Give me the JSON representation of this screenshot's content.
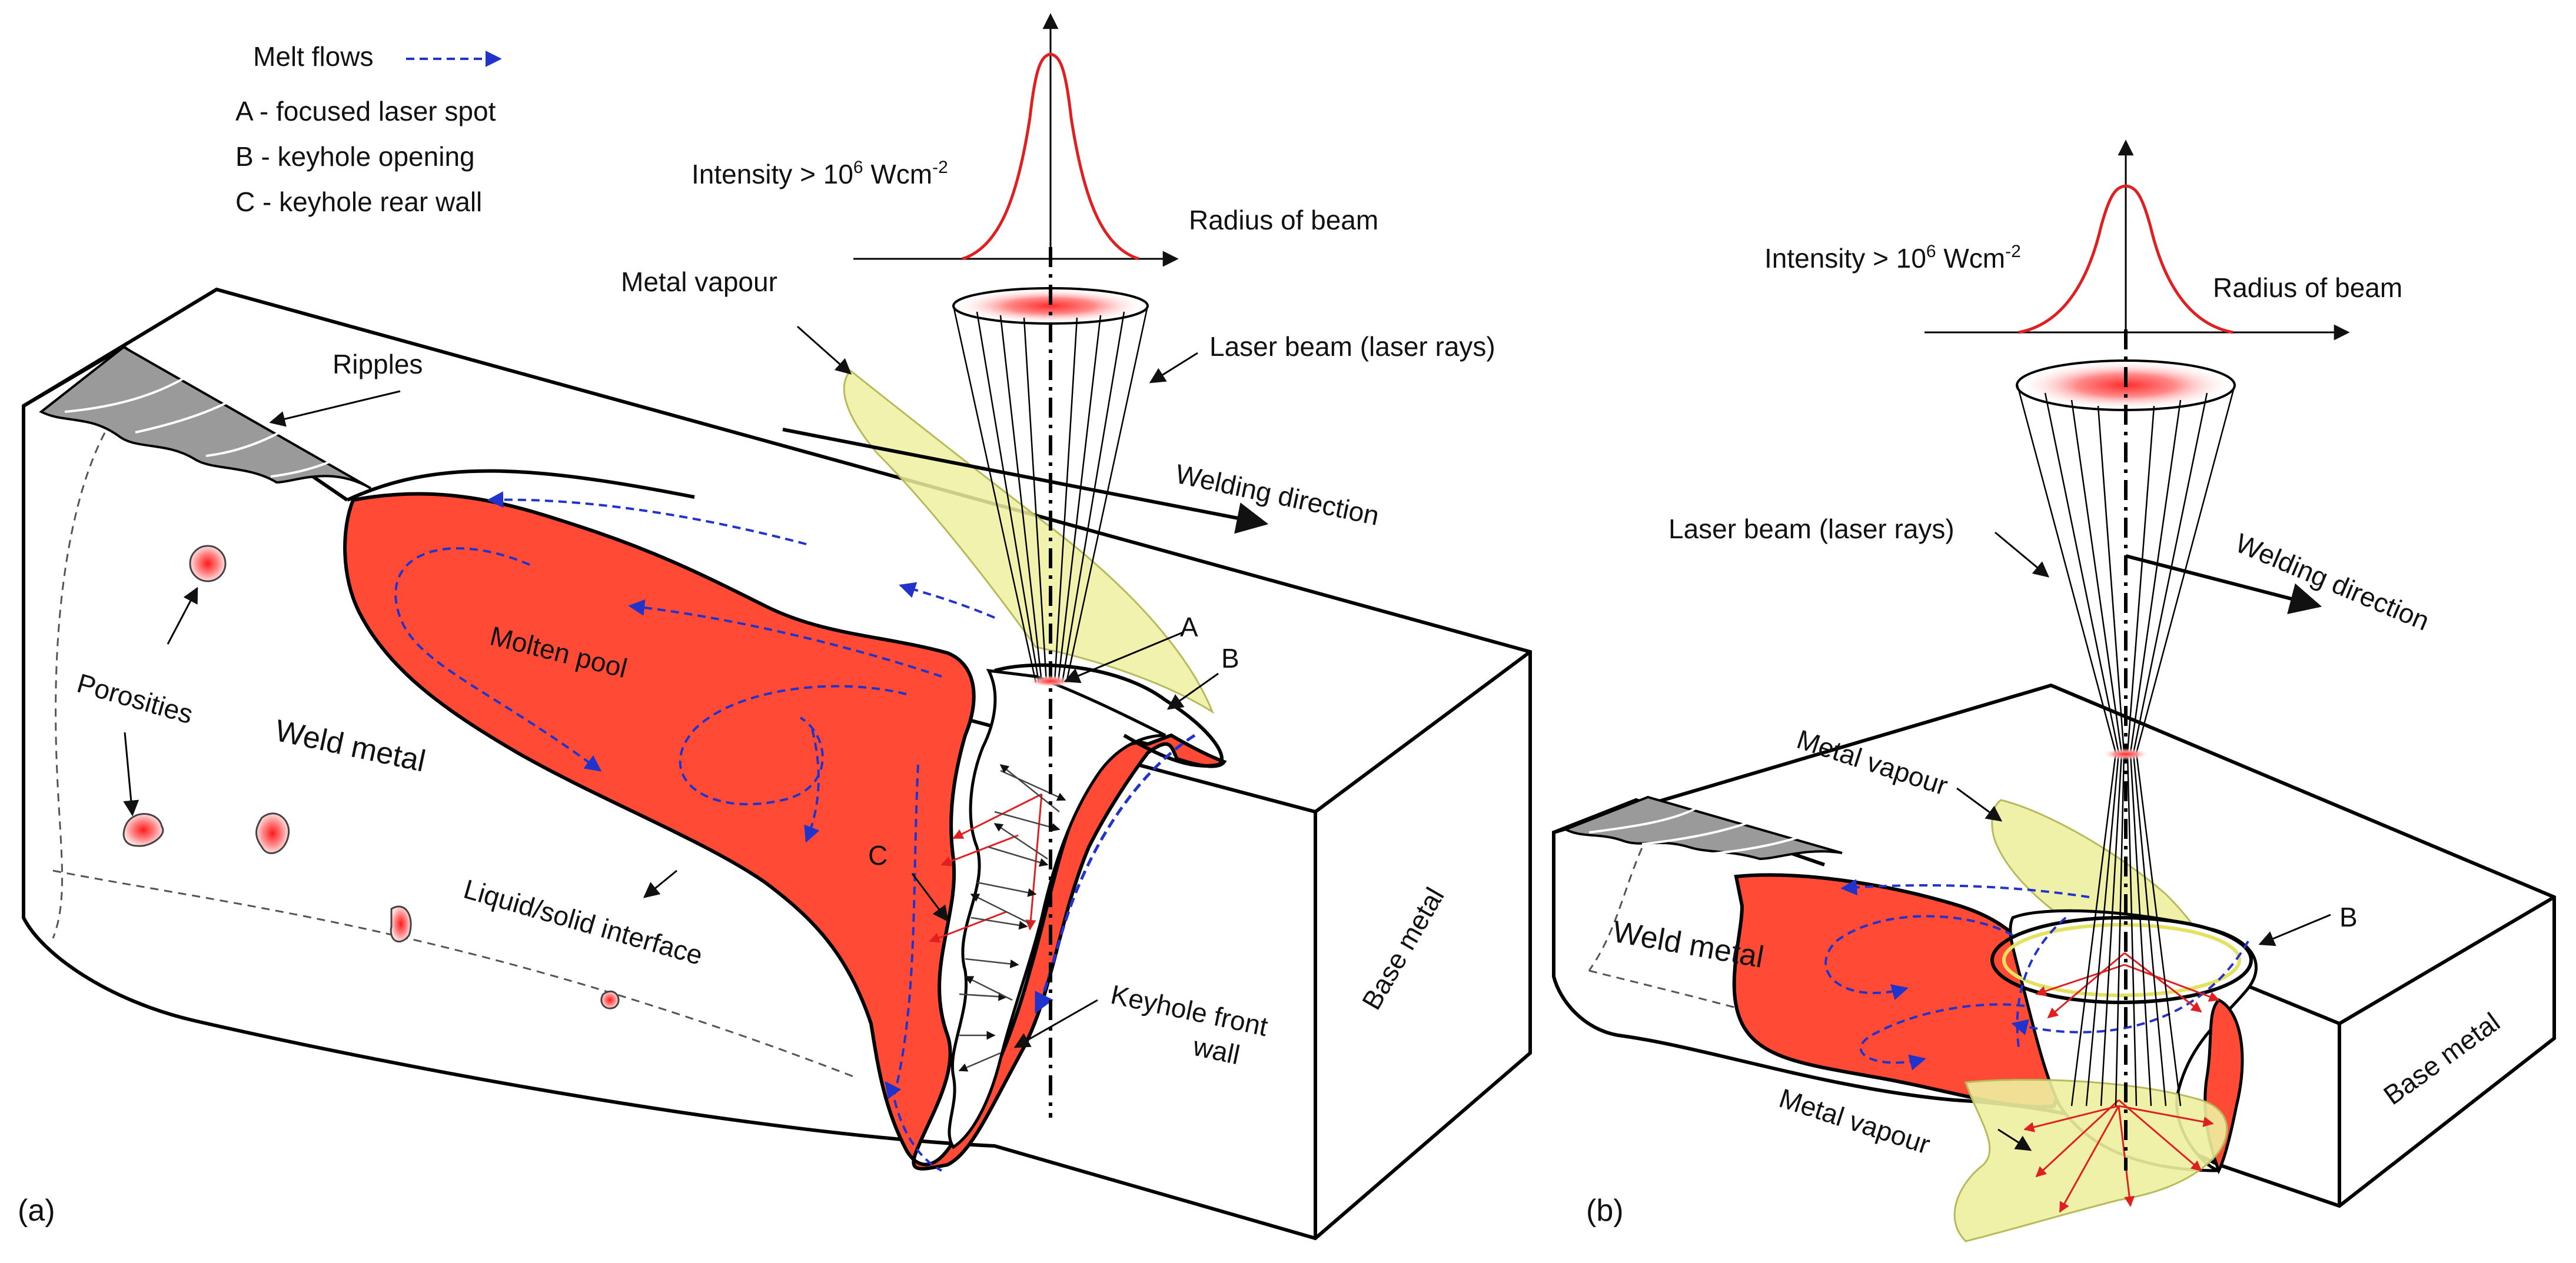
{
  "legend": {
    "melt_flows": "Melt flows",
    "a": "A - focused laser spot",
    "b": "B - keyhole opening",
    "c": "C - keyhole rear wall"
  },
  "panel_a": {
    "label": "(a)",
    "intensity_prefix": "Intensity > 10",
    "intensity_exp": "6",
    "intensity_unit": " Wcm",
    "intensity_unit_exp": "-2",
    "radius_of_beam": "Radius of beam",
    "metal_vapour": "Metal vapour",
    "laser_beam": "Laser beam (laser rays)",
    "ripples": "Ripples",
    "welding_direction": "Welding direction",
    "molten_pool": "Molten pool",
    "porosities": "Porosities",
    "weld_metal": "Weld metal",
    "liquid_solid_interface": "Liquid/solid interface",
    "point_a": "A",
    "point_b": "B",
    "point_c": "C",
    "keyhole_front_wall_1": "Keyhole front",
    "keyhole_front_wall_2": "wall",
    "base_metal": "Base metal"
  },
  "panel_b": {
    "label": "(b)",
    "intensity_prefix": "Intensity > 10",
    "intensity_exp": "6",
    "intensity_unit": " Wcm",
    "intensity_unit_exp": "-2",
    "radius_of_beam": "Radius of beam",
    "laser_beam": "Laser beam (laser rays)",
    "welding_direction": "Welding direction",
    "metal_vapour_top": "Metal vapour",
    "metal_vapour_bottom": "Metal vapour",
    "weld_metal": "Weld metal",
    "point_b": "B",
    "base_metal": "Base metal"
  },
  "colors": {
    "molten": "#ff4b36",
    "vapour": "#eef0a0",
    "ripple": "#9e9e9e",
    "flow": "#2233cc",
    "gauss": "#e02020"
  }
}
